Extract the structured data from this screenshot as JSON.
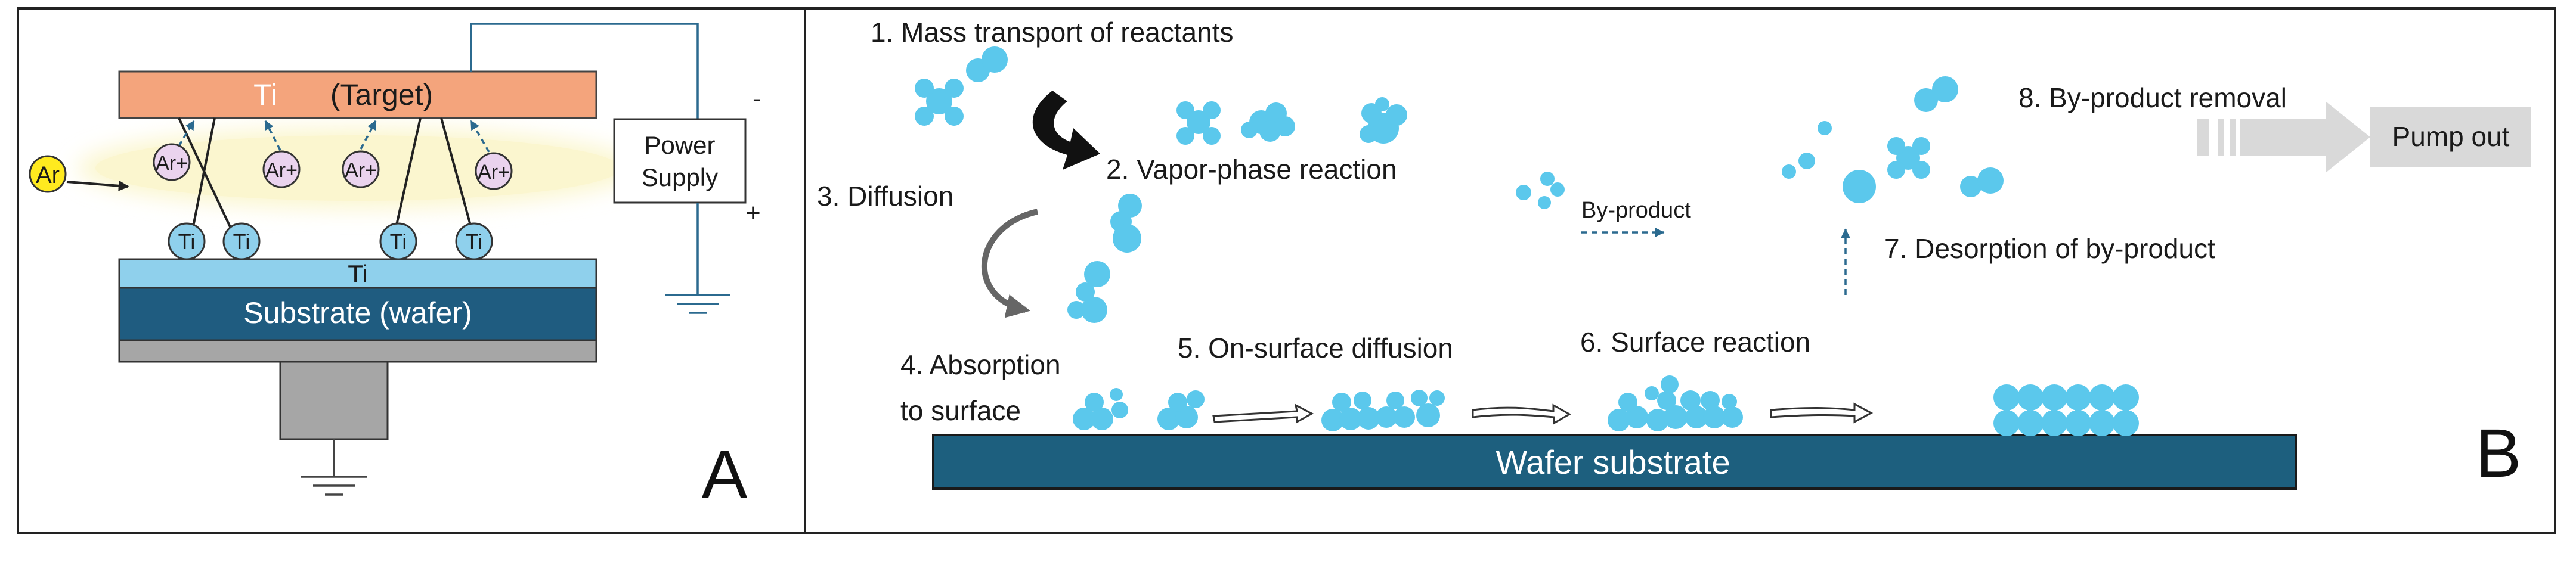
{
  "panel_a": {
    "label": "A",
    "target": {
      "element": "Ti",
      "label": "(Target)"
    },
    "argon_source": "Ar",
    "ions": [
      "Ar+",
      "Ar+",
      "Ar+",
      "Ar+"
    ],
    "deposited_atoms": [
      "Ti",
      "Ti",
      "Ti",
      "Ti"
    ],
    "film_layer": "Ti",
    "substrate_label": "Substrate (wafer)",
    "power_supply": {
      "line1": "Power",
      "line2": "Supply",
      "minus": "-",
      "plus": "+"
    }
  },
  "panel_b": {
    "label": "B",
    "steps": {
      "s1": "1. Mass transport of reactants",
      "s2": "2. Vapor-phase reaction",
      "s3": "3. Diffusion",
      "s4_line1": "4. Absorption",
      "s4_line2": "to surface",
      "s5": "5. On-surface diffusion",
      "s6": "6. Surface reaction",
      "s7": "7. Desorption of by-product",
      "s8": "8. By-product removal"
    },
    "byproduct_label": "By-product",
    "pump_label": "Pump out",
    "wafer_label": "Wafer substrate"
  },
  "colors": {
    "target": "#f4a47c",
    "film": "#8fd0ec",
    "substrate": "#1f5c80",
    "base": "#a6a6a6",
    "pedestal": "#a6a6a6",
    "ion": "#ead3ee",
    "argon": "#ffea1f",
    "plasma_glow": "#fbf6cf",
    "molecule": "#5bc8ec",
    "wafer": "#1d5f7e",
    "arrow_grey": "#d9d9d9"
  }
}
